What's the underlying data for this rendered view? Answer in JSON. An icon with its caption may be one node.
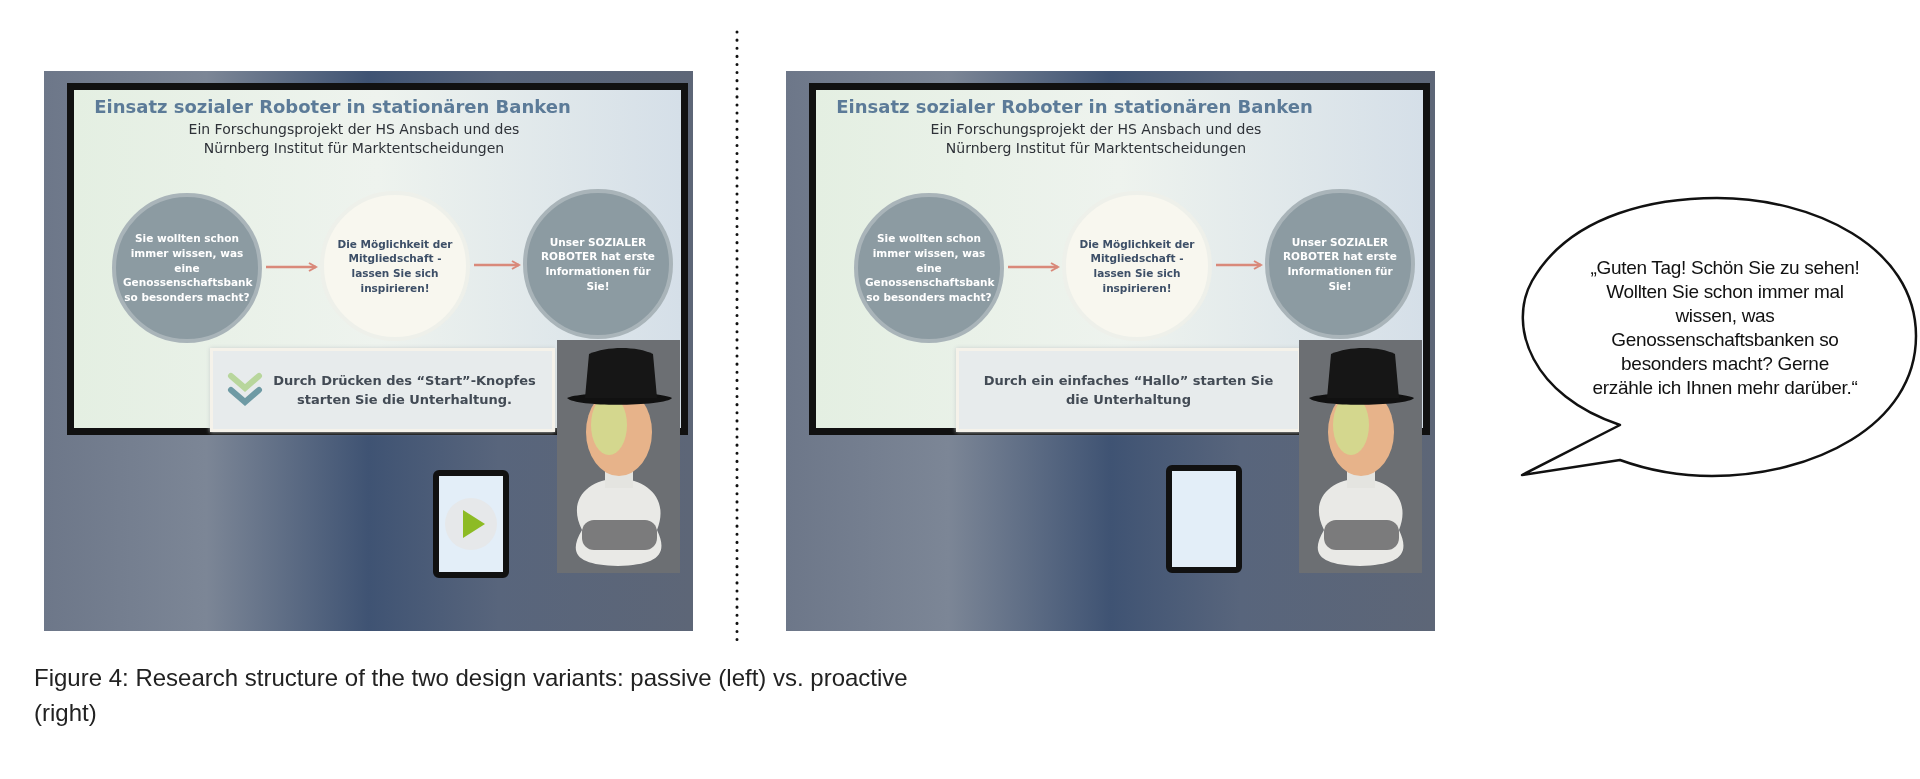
{
  "diagram": {
    "caption": "Figure 4: Research structure of the two design variants: passive (left) vs. proactive (right)",
    "nodes": [
      {
        "text": [
          "Einsatz sozialer Roboter in stationären Banken",
          "Ein Forschungsprojekt der HS Ansbach und des Nürnberg Institut für Marktentscheidungen"
        ]
      },
      {
        "text": [
          "Sie wollten schon immer wissen, was eine Genossenschaftsbank so besonders macht?"
        ],
        "in": 0
      },
      {
        "text": [
          "Die Möglichkeit der Mitgliedschaft - lassen Sie sich inspirieren!"
        ],
        "in": 0
      },
      {
        "text": [
          "Unser SOZIALER ROBOTER hat erste Informationen für Sie!"
        ],
        "in": 0
      },
      {
        "text": [
          "Durch Drücken des “Start”-Knopfes starten Sie die Unterhaltung."
        ],
        "in": 0
      },
      {
        "text": [
          "Einsatz sozialer Roboter in stationären Banken",
          "Ein Forschungsprojekt der HS Ansbach und des Nürnberg Institut für Marktentscheidungen"
        ]
      },
      {
        "text": [
          "Sie wollten schon immer wissen, was eine Genossenschaftsbank so besonders macht?"
        ],
        "in": 5
      },
      {
        "text": [
          "Die Möglichkeit der Mitgliedschaft - lassen Sie sich inspirieren!"
        ],
        "in": 5
      },
      {
        "text": [
          "Unser SOZIALER ROBOTER hat erste Informationen für Sie!"
        ],
        "in": 5
      },
      {
        "text": [
          "Durch ein einfaches “Hallo” starten Sie die Unterhaltung"
        ],
        "in": 5
      },
      {
        "text": [
          "„Guten Tag! Schön Sie zu sehen! Wollten Sie schon immer mal wissen, was Genossenschaftsbanken so besonders macht? Gerne erzähle ich Ihnen mehr darüber.“"
        ]
      }
    ],
    "edges": [
      {
        "from": 1,
        "to": 2,
        "arrow": "to"
      },
      {
        "from": 2,
        "to": 3,
        "arrow": "to"
      },
      {
        "from": 6,
        "to": 7,
        "arrow": "to"
      },
      {
        "from": 7,
        "to": 8,
        "arrow": "to"
      }
    ]
  }
}
